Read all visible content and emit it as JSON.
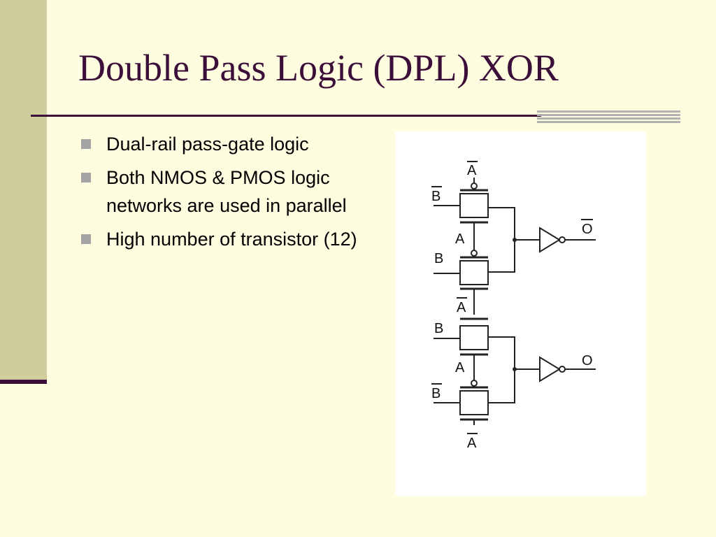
{
  "slide": {
    "title": "Double Pass Logic (DPL) XOR",
    "bullets": [
      "Dual-rail pass-gate logic",
      "Both NMOS & PMOS logic networks are used in parallel",
      "High number of transistor (12)"
    ]
  },
  "schematic": {
    "top_network": {
      "inputs": [
        "B",
        "B"
      ],
      "gates": [
        "A",
        "A",
        "A"
      ],
      "output": "O"
    },
    "bottom_network": {
      "inputs": [
        "B",
        "B"
      ],
      "gates": [
        "A",
        "A"
      ],
      "output": "O"
    }
  }
}
